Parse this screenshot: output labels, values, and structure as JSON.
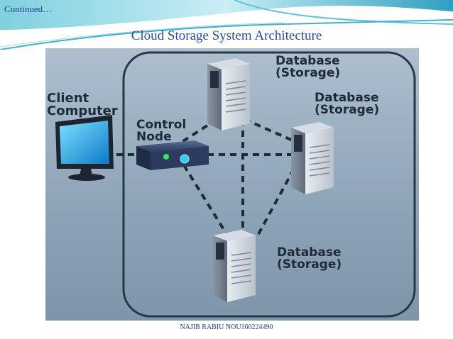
{
  "slide": {
    "continued_label": "Continued…",
    "title": "Cloud Storage System Architecture",
    "footer": "NAJIB RABIU NOU160224490"
  },
  "diagram": {
    "client_label": "Client\nComputer",
    "control_label": "Control\nNode",
    "db_top_label": "Database\n(Storage)",
    "db_right_label": "Database\n(Storage)",
    "db_bottom_label": "Database\n(Storage)",
    "icons": [
      "monitor-icon",
      "router-icon",
      "server-icon",
      "server-icon",
      "server-icon"
    ]
  },
  "colors": {
    "title": "#2a4d9e",
    "banner_teal": "#2fa0b8",
    "diagram_bg": "#9fb2c4",
    "connection_dash": "#1f2b38",
    "monitor_screen": "#1aa6e6"
  }
}
